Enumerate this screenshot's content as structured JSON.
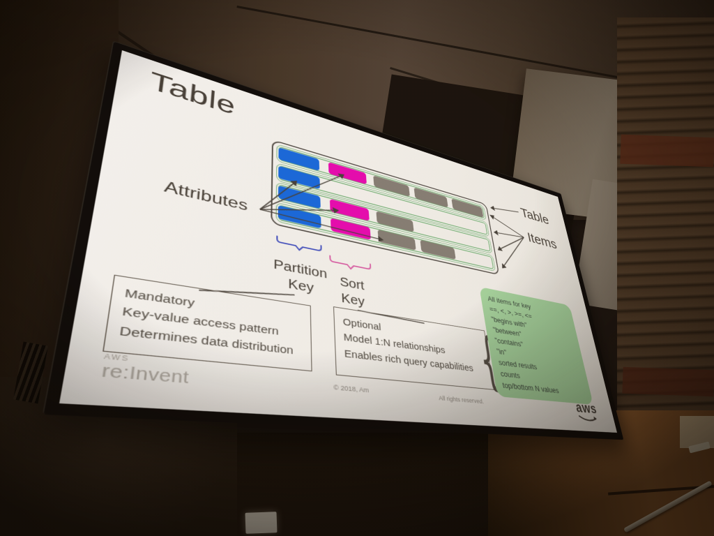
{
  "slide": {
    "title": "Table",
    "diagram": {
      "attributes_label": "Attributes",
      "table_label": "Table",
      "items_label": "Items",
      "partition_key_line1": "Partition",
      "partition_key_line2": "Key",
      "sort_key_line1": "Sort",
      "sort_key_line2": "Key",
      "rows": [
        [
          "partition",
          "sort",
          "attr",
          "attr",
          "attr"
        ],
        [
          "partition"
        ],
        [
          "partition",
          "sort",
          "attr"
        ],
        [
          "partition",
          "sort",
          "attr",
          "attr"
        ]
      ],
      "colors": {
        "partition": "#1a6ce2",
        "sort": "#ee0cb5",
        "attr": "#8b8279",
        "row_outline": "#7cb77c",
        "table_outline": "#56504a",
        "partition_bracket": "#4553c4",
        "sort_bracket": "#de5fa8"
      }
    },
    "partition_box": {
      "line1": "Mandatory",
      "line2": "Key-value access pattern",
      "line3": "Determines data distribution"
    },
    "sort_box": {
      "line1": "Optional",
      "line2": "Model 1:N relationships",
      "line3": "Enables rich query capabilities"
    },
    "query_box": {
      "bg": "#a9d7a1",
      "line1": "All items for key",
      "line2": "==, <, >, >=, <=",
      "line3": "\"begins with\"",
      "line4": "\"between\"",
      "line5": "\"contains\"",
      "line6": "\"in\"",
      "line7": "sorted results",
      "line8": "counts",
      "line9": "top/bottom N values"
    },
    "brace_glyph": "{",
    "footer": {
      "event_logo_small": "AWS",
      "event_logo": "re:Invent",
      "copyright": "© 2018, Am",
      "rights": "All rights reserved.",
      "aws_wordmark": "aws"
    }
  }
}
